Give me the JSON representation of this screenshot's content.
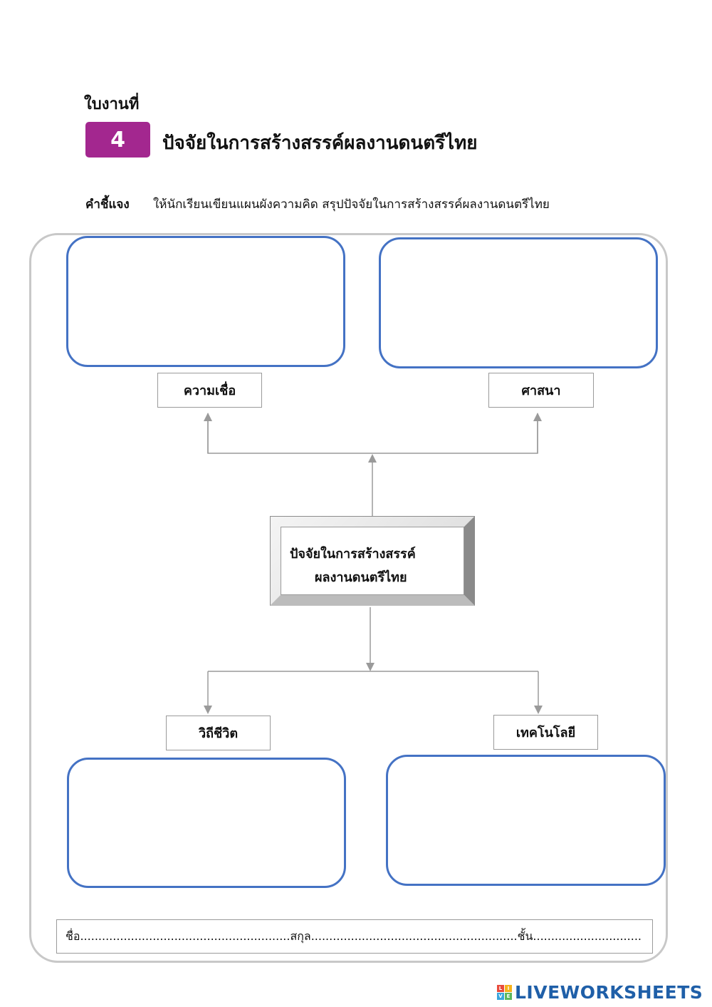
{
  "header": {
    "sheet_label": "ใบงานที่",
    "number": "4",
    "title": "ปัจจัยในการสร้างสรรค์ผลงานดนตรีไทย"
  },
  "instructions": {
    "label": "คำชี้แจง",
    "text": "ให้นักเรียนเขียนแผนผังความคิด สรุปปัจจัยในการสร้างสรรค์ผลงานดนตรีไทย"
  },
  "mindmap": {
    "center_line1": "ปัจจัยในการสร้างสรรค์",
    "center_line2": "ผลงานดนตรีไทย",
    "top_left_label": "ความเชื่อ",
    "top_right_label": "ศาสนา",
    "bottom_left_label": "วิถีชีวิต",
    "bottom_right_label": "เทคโนโลยี"
  },
  "footer": {
    "text": "ชื่อ..........................................................สกุล.........................................................ชั้น.............................."
  },
  "brand": {
    "name": "LIVEWORKSHEETS",
    "mark_letters": [
      "L",
      "I",
      "V",
      "E"
    ],
    "brand_color": "#1f5fa8",
    "badge_color": "#a3278f",
    "box_border_color": "#4472c4"
  }
}
